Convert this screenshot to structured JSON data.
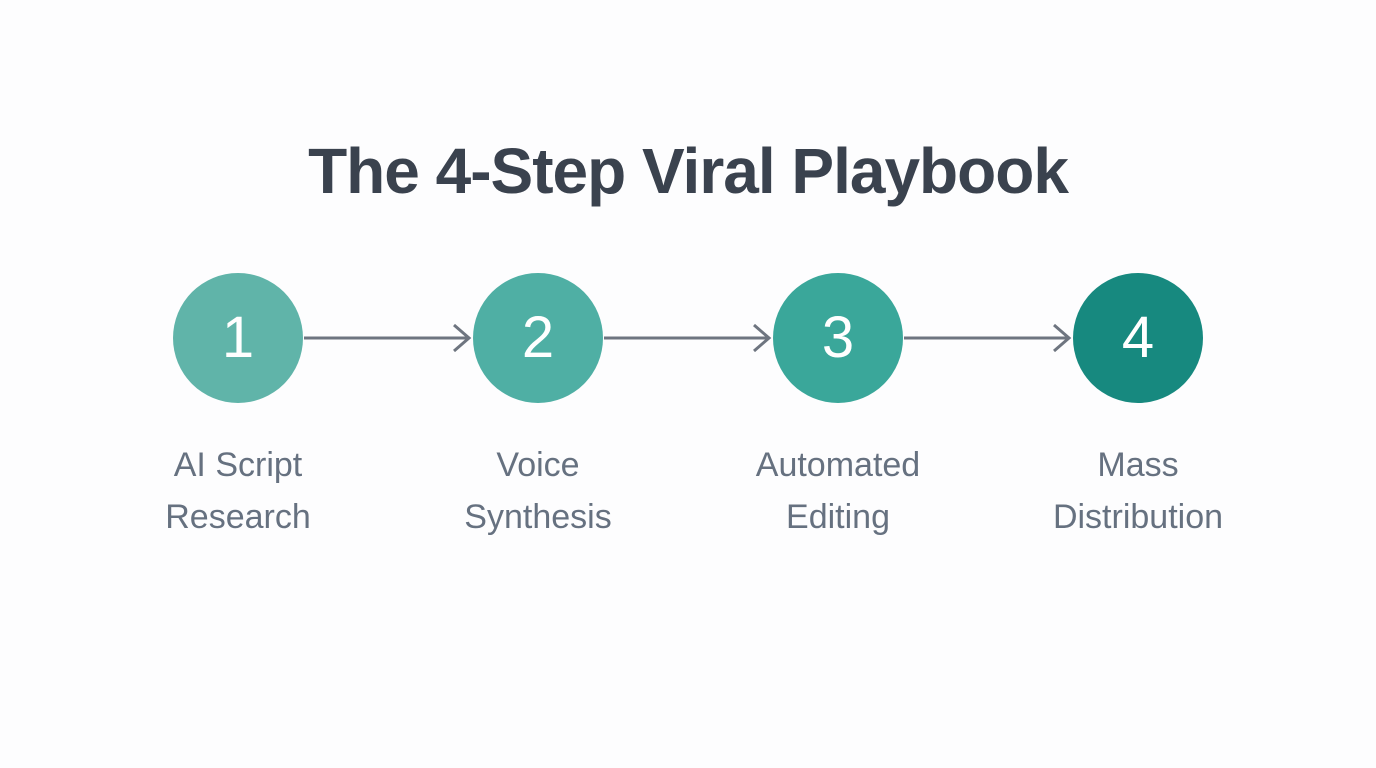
{
  "title": "The 4-Step Viral Playbook",
  "steps": [
    {
      "number": "1",
      "label_line1": "AI Script",
      "label_line2": "Research",
      "color": "#60b4a9"
    },
    {
      "number": "2",
      "label_line1": "Voice",
      "label_line2": "Synthesis",
      "color": "#4fafa4"
    },
    {
      "number": "3",
      "label_line1": "Automated",
      "label_line2": "Editing",
      "color": "#3aa79a"
    },
    {
      "number": "4",
      "label_line1": "Mass",
      "label_line2": "Distribution",
      "color": "#17897f"
    }
  ],
  "colors": {
    "background": "#fdfdfe",
    "title": "#3a424e",
    "label": "#667180",
    "arrow": "#6e7580",
    "step_number": "#ffffff"
  }
}
